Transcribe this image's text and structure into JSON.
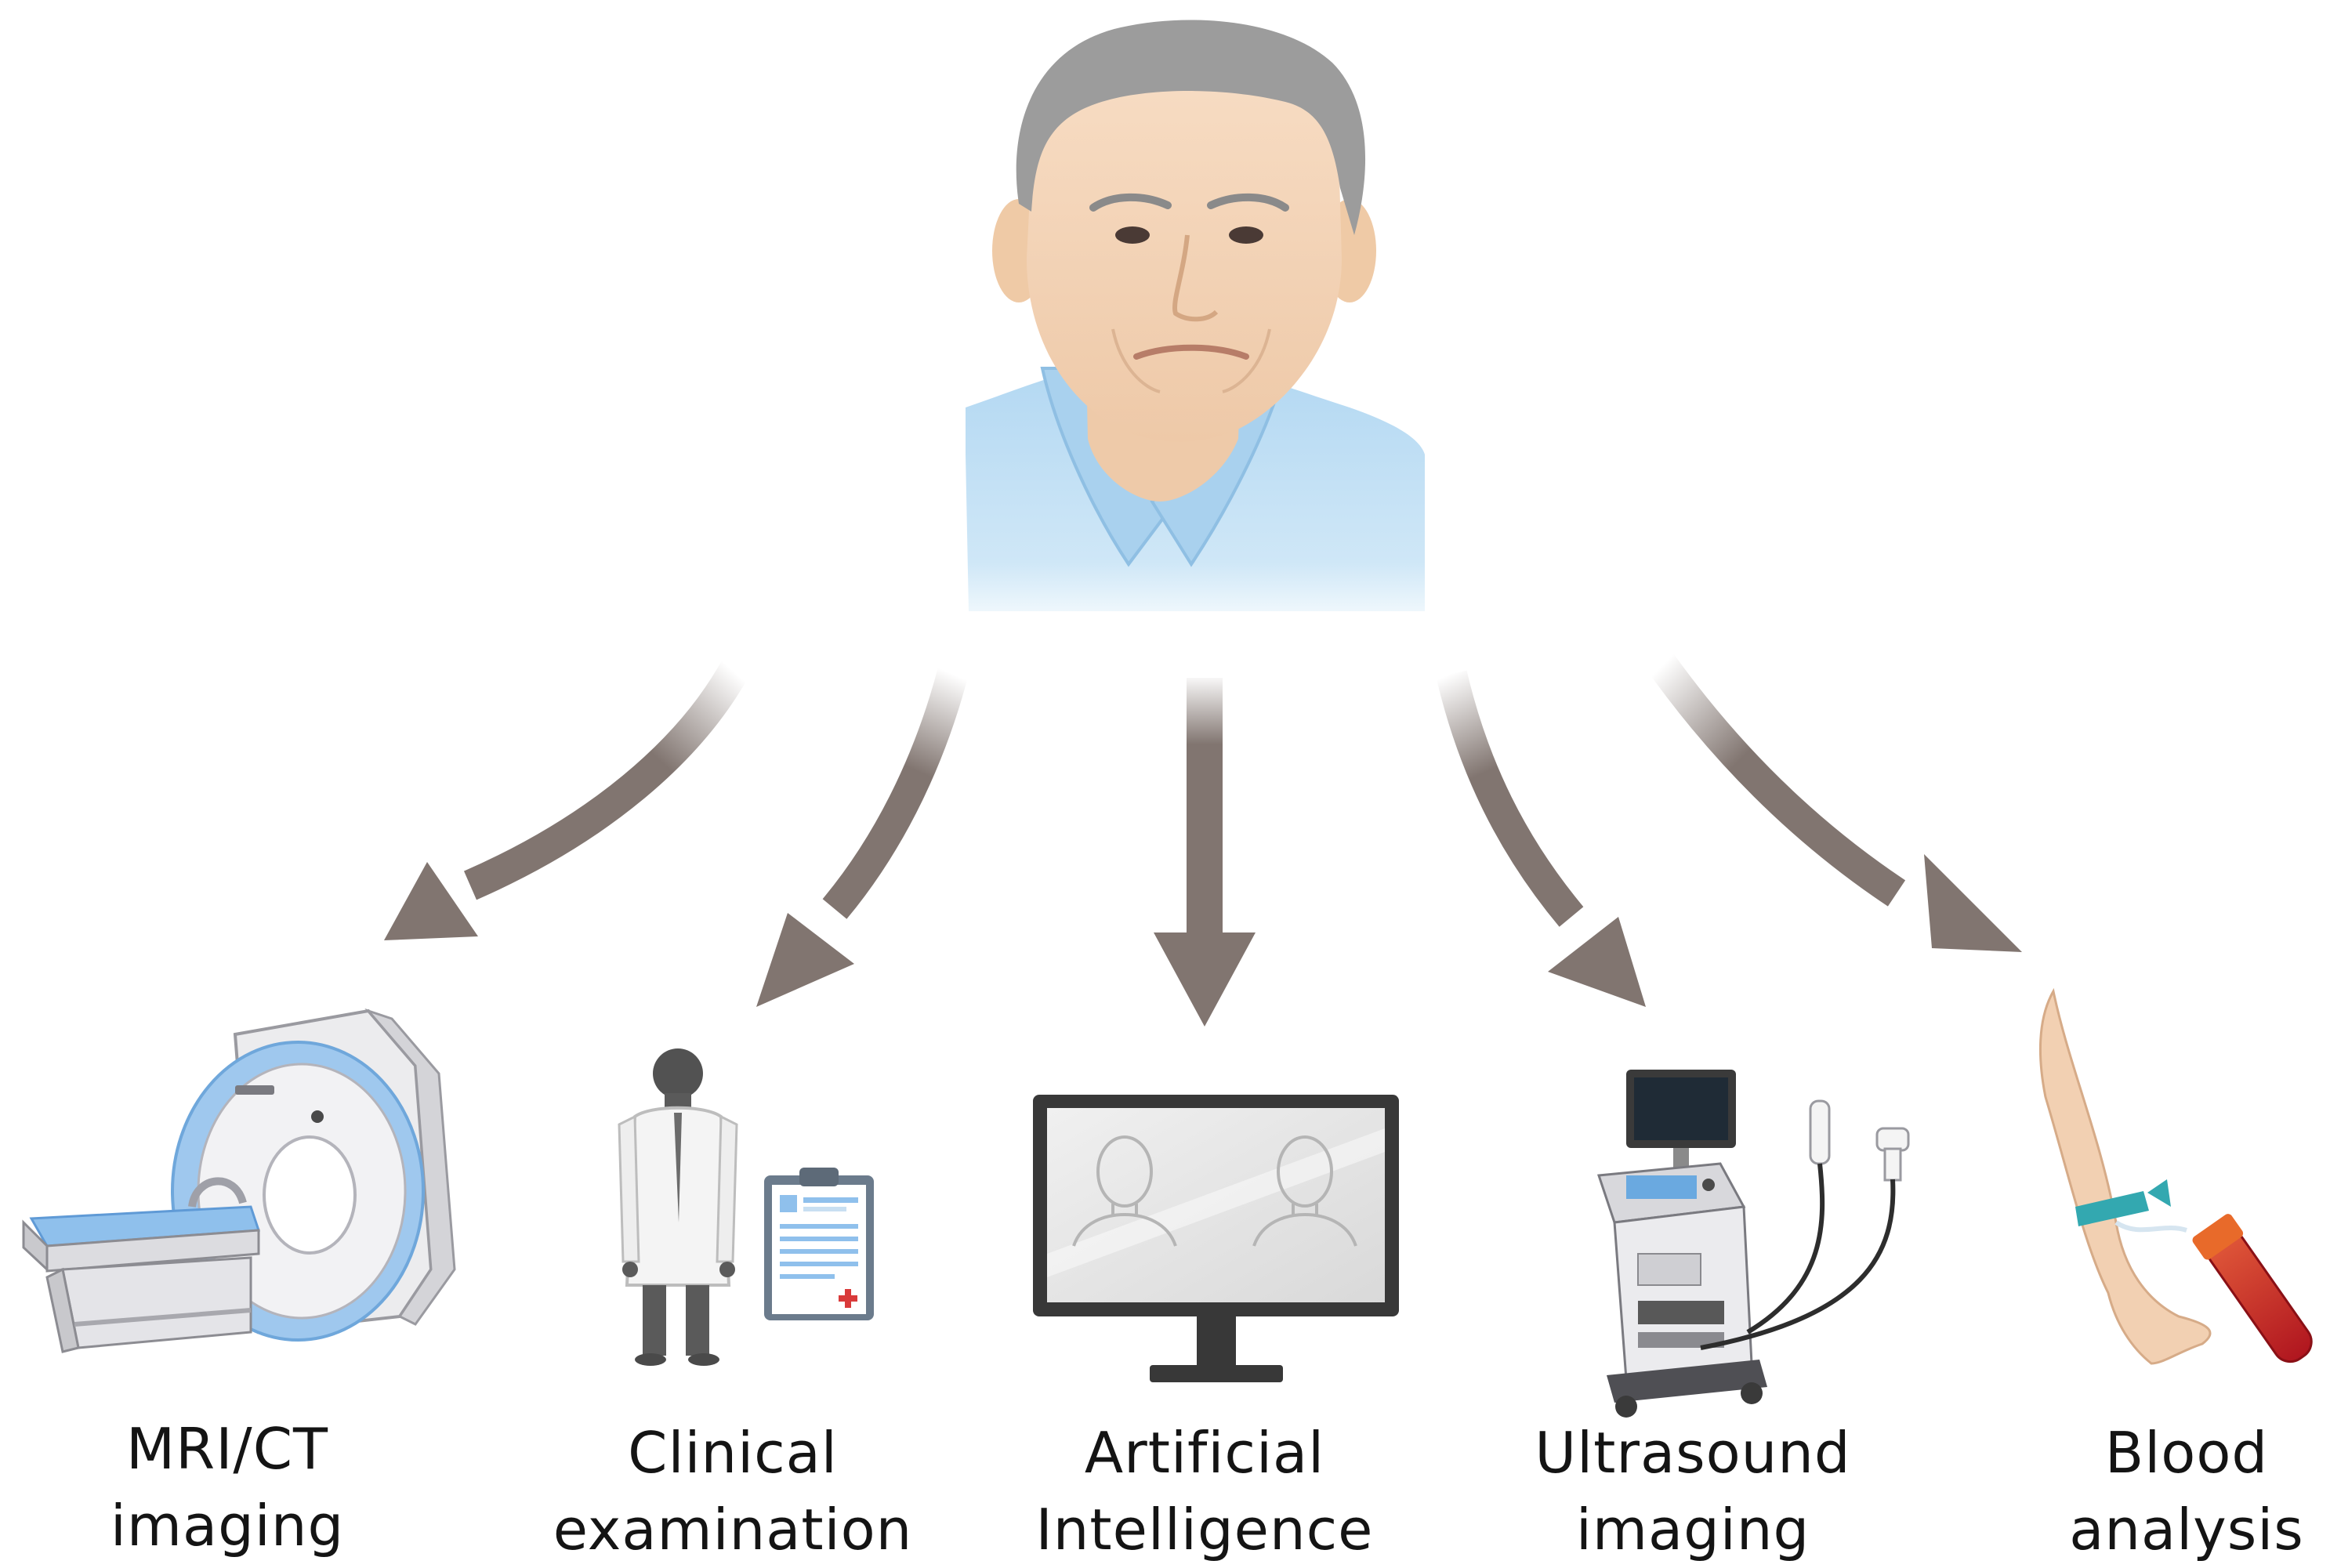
{
  "patient": {
    "icon": "patient-portrait-icon"
  },
  "colors": {
    "arrow": "#817570",
    "shirt": "#b9dcf2",
    "skin": "#f2d5b8",
    "hair": "#9c9c9c",
    "monitor_frame": "#3a3a3a",
    "screen": "#e9e9e9",
    "mri_ring": "#9fc8ee",
    "blood": "#c62a2a",
    "tourniquet": "#33a8b0"
  },
  "modalities": [
    {
      "id": "mri-ct",
      "icon": "mri-scanner-icon",
      "line1": "MRI/CT",
      "line2": "imaging"
    },
    {
      "id": "clinical",
      "icon": "doctor-clipboard-icon",
      "line1": "Clinical",
      "line2": "examination"
    },
    {
      "id": "ai",
      "icon": "monitor-faces-icon",
      "line1": "Artificial",
      "line2": "Intelligence"
    },
    {
      "id": "ultrasound",
      "icon": "ultrasound-machine-icon",
      "line1": "Ultrasound",
      "line2": "imaging"
    },
    {
      "id": "blood",
      "icon": "blood-draw-icon",
      "line1": "Blood",
      "line2": "analysis"
    }
  ]
}
